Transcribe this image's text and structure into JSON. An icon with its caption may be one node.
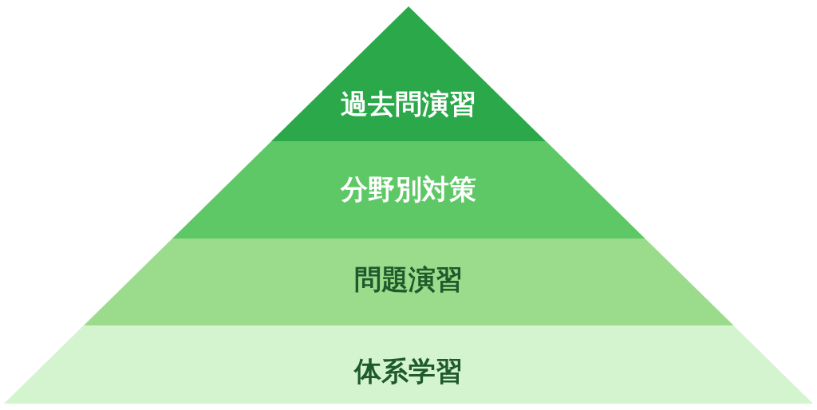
{
  "diagram": {
    "nodes": [
      {
        "text": [
          "過去問演習"
        ]
      },
      {
        "text": [
          "分野別対策"
        ]
      },
      {
        "text": [
          "問題演習"
        ]
      },
      {
        "text": [
          "体系学習"
        ]
      }
    ]
  }
}
